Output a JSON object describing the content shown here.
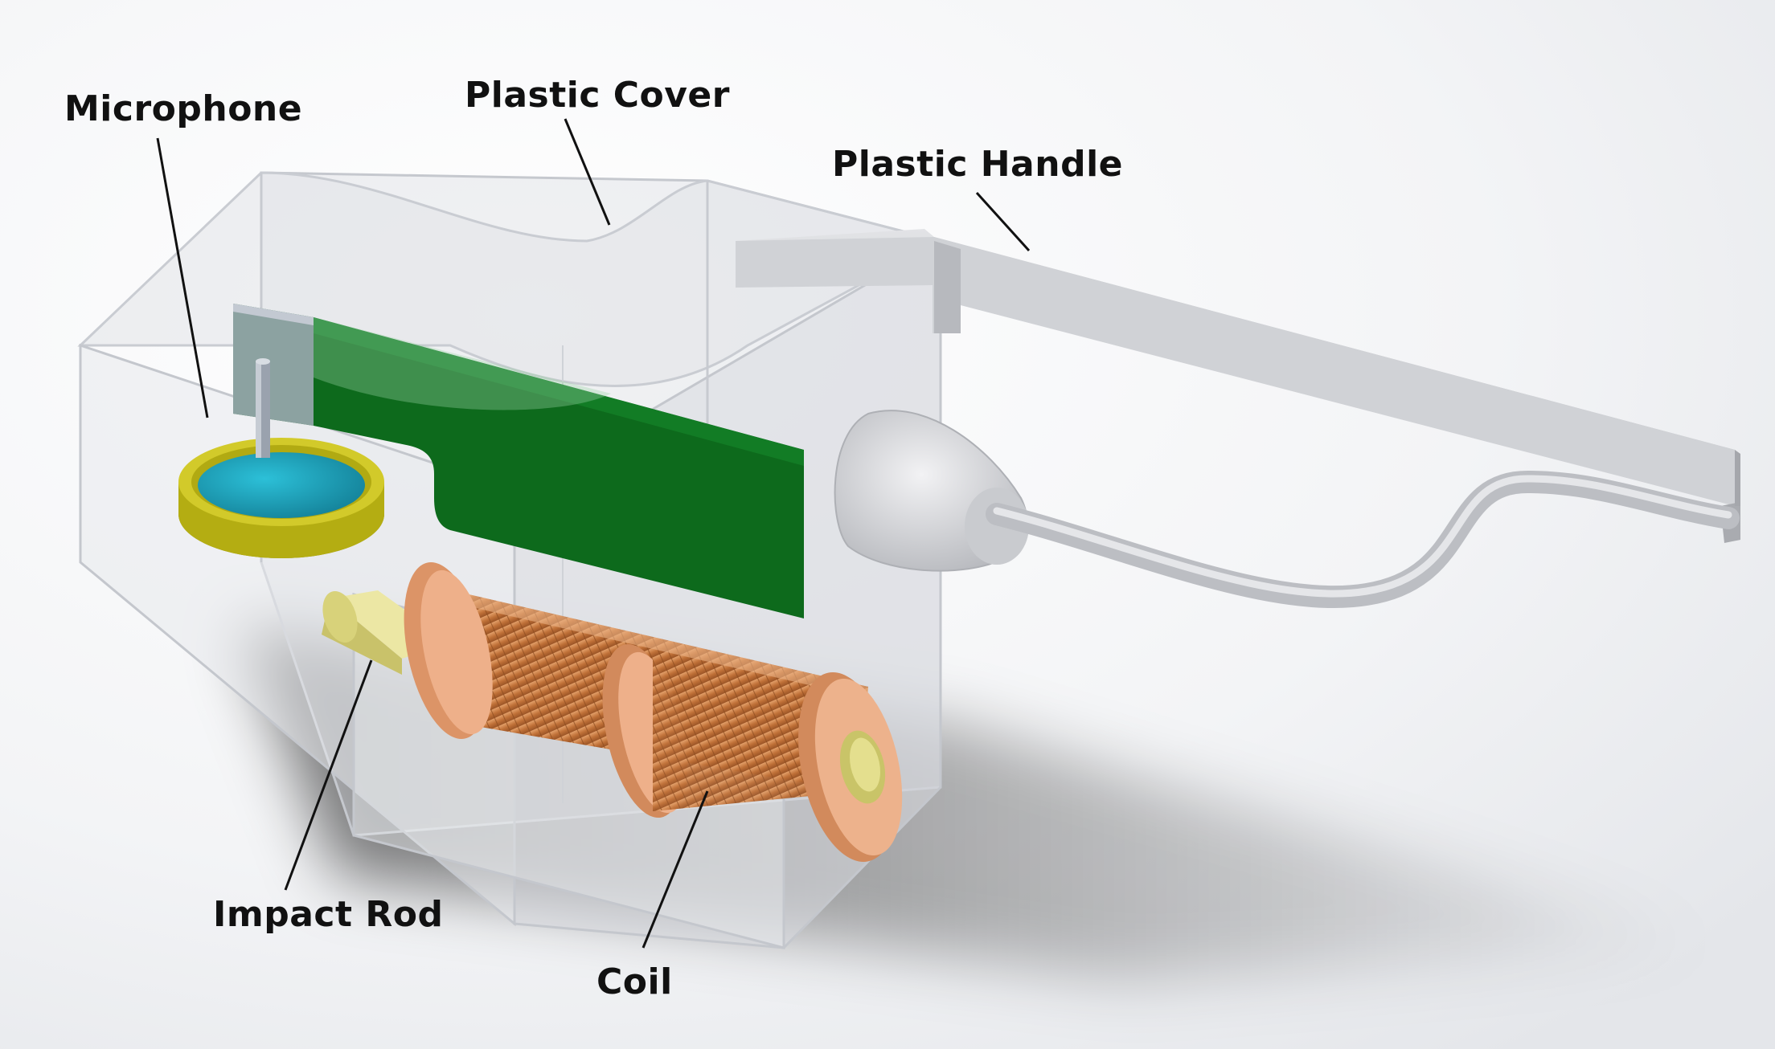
{
  "labels": {
    "microphone": "Microphone",
    "plastic_cover": "Plastic Cover",
    "plastic_handle": "Plastic Handle",
    "impact_rod": "Impact Rod",
    "coil": "Coil"
  },
  "colors": {
    "background": "#ffffff",
    "cover": "#d9dbe0",
    "handle": "#c9cbcf",
    "circuit_board": "#0e6a1d",
    "microphone_ring": "#b8b010",
    "microphone_membrane": "#1aa7c1",
    "coil_copper": "#c77a45",
    "coil_flange": "#e8a47c",
    "impact_rod": "#d8d27a",
    "leader_line": "#111111"
  },
  "icons": {
    "device": "impact-test-device-illustration"
  }
}
